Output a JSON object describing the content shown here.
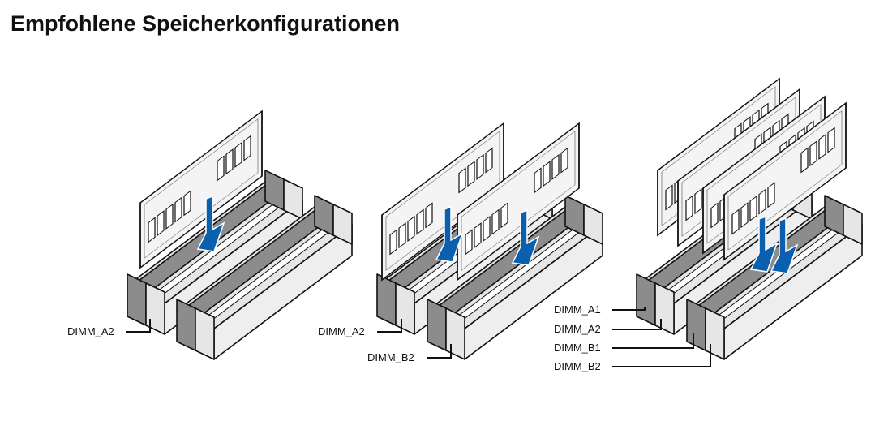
{
  "title": "Empfohlene Speicherkonfigurationen",
  "colors": {
    "arrow": "#0a5fae",
    "slot_dark": "#8c8c8c",
    "slot_light": "#e6e6e6",
    "module": "#f4f4f4"
  },
  "configs": [
    {
      "labels": [
        "DIMM_A2"
      ]
    },
    {
      "labels": [
        "DIMM_A2",
        "DIMM_B2"
      ]
    },
    {
      "labels": [
        "DIMM_A1",
        "DIMM_A2",
        "DIMM_B1",
        "DIMM_B2"
      ]
    }
  ]
}
